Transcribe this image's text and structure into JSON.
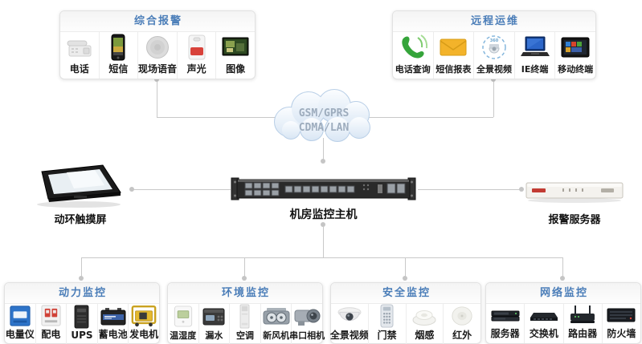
{
  "cloud": {
    "line1": "GSM/GPRS",
    "line2": "CDMA/LAN"
  },
  "devices": {
    "touchscreen": {
      "label": "动环触摸屏",
      "icon": "touchscreen"
    },
    "host": {
      "label": "机房监控主机",
      "icon": "rack-host"
    },
    "alarm_server": {
      "label": "报警服务器",
      "icon": "alarm-server"
    }
  },
  "panels": {
    "alarm": {
      "title": "综合报警",
      "items": [
        {
          "label": "电话",
          "icon": "telephone"
        },
        {
          "label": "短信",
          "icon": "sms-phone"
        },
        {
          "label": "现场语音",
          "icon": "site-speaker"
        },
        {
          "label": "声光",
          "icon": "sound-light-siren"
        },
        {
          "label": "图像",
          "icon": "image-display"
        }
      ]
    },
    "remote": {
      "title": "远程运维",
      "items": [
        {
          "label": "电话查询",
          "icon": "phone-query"
        },
        {
          "label": "短信报表",
          "icon": "sms-report"
        },
        {
          "label": "全景视频",
          "icon": "panorama-video"
        },
        {
          "label": "IE终端",
          "icon": "ie-terminal"
        },
        {
          "label": "移动终端",
          "icon": "mobile-terminal"
        }
      ]
    },
    "power": {
      "title": "动力监控",
      "items": [
        {
          "label": "电量仪",
          "icon": "power-meter"
        },
        {
          "label": "配电",
          "icon": "power-distribution"
        },
        {
          "label": "UPS",
          "icon": "ups"
        },
        {
          "label": "蓄电池",
          "icon": "battery"
        },
        {
          "label": "发电机",
          "icon": "generator"
        }
      ]
    },
    "environment": {
      "title": "环境监控",
      "items": [
        {
          "label": "温湿度",
          "icon": "temp-humidity"
        },
        {
          "label": "漏水",
          "icon": "water-leak"
        },
        {
          "label": "空调",
          "icon": "air-conditioner"
        },
        {
          "label": "新风机",
          "icon": "fresh-air-unit"
        },
        {
          "label": "串口相机",
          "icon": "serial-camera"
        }
      ]
    },
    "security": {
      "title": "安全监控",
      "items": [
        {
          "label": "全景视频",
          "icon": "dome-camera"
        },
        {
          "label": "门禁",
          "icon": "access-control"
        },
        {
          "label": "烟感",
          "icon": "smoke-detector"
        },
        {
          "label": "红外",
          "icon": "infrared"
        }
      ]
    },
    "network": {
      "title": "网络监控",
      "items": [
        {
          "label": "服务器",
          "icon": "server"
        },
        {
          "label": "交换机",
          "icon": "network-switch"
        },
        {
          "label": "路由器",
          "icon": "router"
        },
        {
          "label": "防火墙",
          "icon": "firewall"
        }
      ]
    }
  },
  "colors": {
    "title_blue": "#4a7db8",
    "connector_gray": "#c9c9c9",
    "cloud_border": "#b9cfe7",
    "cloud_text": "#9dacbd"
  }
}
